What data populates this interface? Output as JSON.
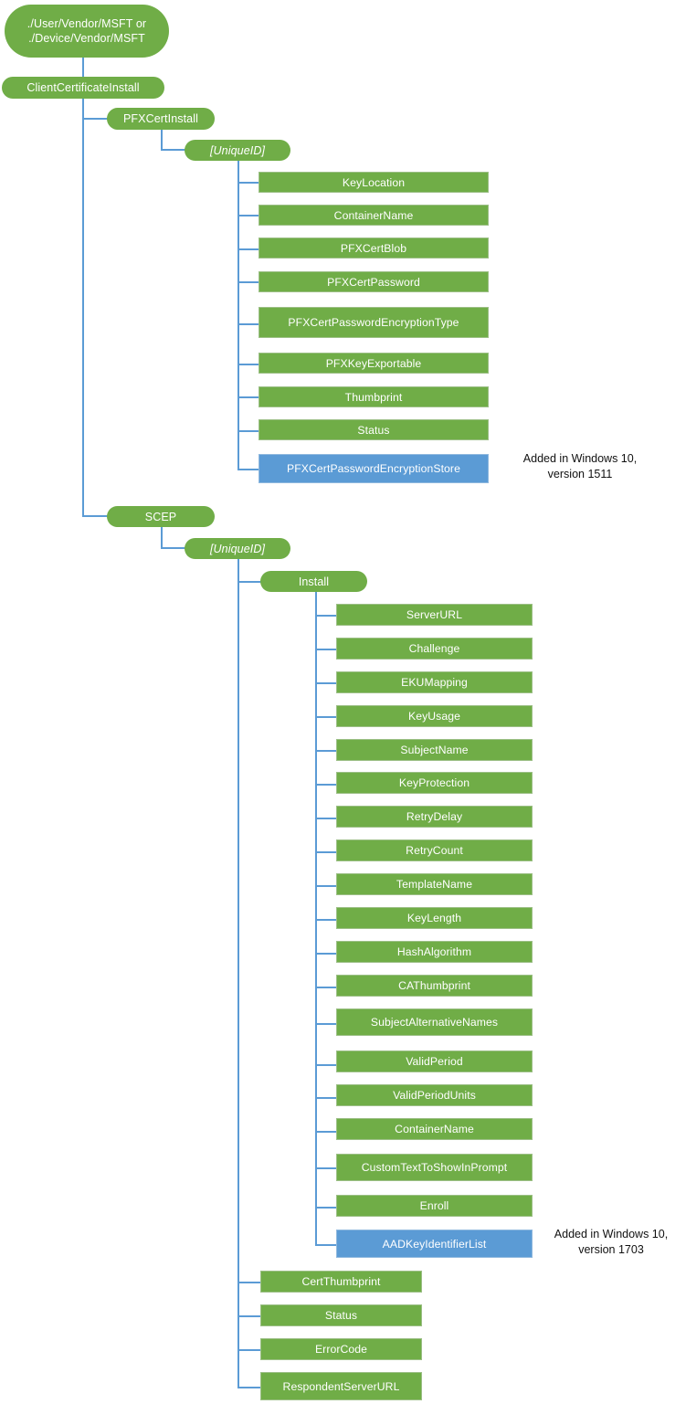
{
  "diagram": {
    "title": "ClientCertificateInstall CSP tree",
    "colors": {
      "node_green": "#70AD47",
      "node_blue": "#5B9BD5",
      "connector": "#5B9BD5",
      "node_text": "#FFFFFF",
      "note_text": "#111111",
      "background": "#FFFFFF"
    },
    "root": {
      "label": "./User/Vendor/MSFT or\n./Device/Vendor/MSFT"
    },
    "level1": {
      "label": "ClientCertificateInstall"
    },
    "branches": {
      "pfx": {
        "node": {
          "label": "PFXCertInstall"
        },
        "unique_id": {
          "label": "[UniqueID]"
        },
        "children": [
          {
            "label": "KeyLocation",
            "color": "green"
          },
          {
            "label": "ContainerName",
            "color": "green"
          },
          {
            "label": "PFXCertBlob",
            "color": "green"
          },
          {
            "label": "PFXCertPassword",
            "color": "green"
          },
          {
            "label": "PFXCertPasswordEncryptionType",
            "color": "green"
          },
          {
            "label": "PFXKeyExportable",
            "color": "green"
          },
          {
            "label": "Thumbprint",
            "color": "green"
          },
          {
            "label": "Status",
            "color": "green"
          },
          {
            "label": "PFXCertPasswordEncryptionStore",
            "color": "blue"
          }
        ],
        "note": {
          "label": "Added in Windows 10,\nversion 1511"
        }
      },
      "scep": {
        "node": {
          "label": "SCEP"
        },
        "unique_id": {
          "label": "[UniqueID]"
        },
        "install": {
          "label": "Install"
        },
        "install_children": [
          {
            "label": "ServerURL",
            "color": "green"
          },
          {
            "label": "Challenge",
            "color": "green"
          },
          {
            "label": "EKUMapping",
            "color": "green"
          },
          {
            "label": "KeyUsage",
            "color": "green"
          },
          {
            "label": "SubjectName",
            "color": "green"
          },
          {
            "label": "KeyProtection",
            "color": "green"
          },
          {
            "label": "RetryDelay",
            "color": "green"
          },
          {
            "label": "RetryCount",
            "color": "green"
          },
          {
            "label": "TemplateName",
            "color": "green"
          },
          {
            "label": "KeyLength",
            "color": "green"
          },
          {
            "label": "HashAlgorithm",
            "color": "green"
          },
          {
            "label": "CAThumbprint",
            "color": "green"
          },
          {
            "label": "SubjectAlternativeNames",
            "color": "green"
          },
          {
            "label": "ValidPeriod",
            "color": "green"
          },
          {
            "label": "ValidPeriodUnits",
            "color": "green"
          },
          {
            "label": "ContainerName",
            "color": "green"
          },
          {
            "label": "CustomTextToShowInPrompt",
            "color": "green"
          },
          {
            "label": "Enroll",
            "color": "green"
          },
          {
            "label": "AADKeyIdentifierList",
            "color": "blue"
          }
        ],
        "note": {
          "label": "Added in Windows 10,\nversion 1703"
        },
        "unique_id_children": [
          {
            "label": "CertThumbprint",
            "color": "green"
          },
          {
            "label": "Status",
            "color": "green"
          },
          {
            "label": "ErrorCode",
            "color": "green"
          },
          {
            "label": "RespondentServerURL",
            "color": "green"
          }
        ]
      }
    }
  }
}
